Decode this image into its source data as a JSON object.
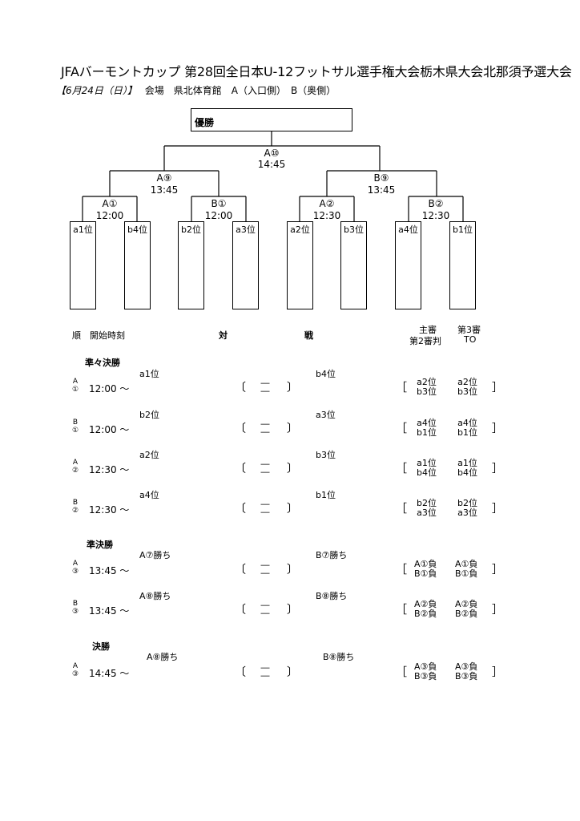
{
  "header": {
    "title": "JFAバーモントカップ 第28回全日本U-12フットサル選手権大会栃木県大会北那須予選大会",
    "date": "【6月24日（日）】",
    "venue": "会場　県北体育館　A（入口側）　B（奥側）"
  },
  "bracket": {
    "champion_label": "優勝",
    "final": {
      "code": "A⑩",
      "time": "14:45"
    },
    "semis": [
      {
        "code": "A⑨",
        "time": "13:45"
      },
      {
        "code": "B⑨",
        "time": "13:45"
      }
    ],
    "quarters": [
      {
        "code": "A①",
        "time": "12:00"
      },
      {
        "code": "B①",
        "time": "12:00"
      },
      {
        "code": "A②",
        "time": "12:30"
      },
      {
        "code": "B②",
        "time": "12:30"
      }
    ],
    "teams": [
      "a1位",
      "b4位",
      "b2位",
      "a3位",
      "a2位",
      "b3位",
      "a4位",
      "b1位"
    ]
  },
  "table_header": {
    "order": "順",
    "start_time": "開始時刻",
    "vs_left": "対",
    "vs_right": "戦",
    "referee_main": "主審",
    "referee_second": "第2審判",
    "referee_third": "第3審",
    "to": "TO"
  },
  "sections": [
    {
      "title": "準々決勝",
      "matches": [
        {
          "court": "A",
          "num": "①",
          "time": "12:00 〜",
          "home": "a1位",
          "away": "b4位",
          "ref1": [
            "a2位",
            "b3位"
          ],
          "ref2": [
            "a2位",
            "b3位"
          ]
        },
        {
          "court": "B",
          "num": "①",
          "time": "12:00 〜",
          "home": "b2位",
          "away": "a3位",
          "ref1": [
            "a4位",
            "b1位"
          ],
          "ref2": [
            "a4位",
            "b1位"
          ]
        },
        {
          "court": "A",
          "num": "②",
          "time": "12:30 〜",
          "home": "a2位",
          "away": "b3位",
          "ref1": [
            "a1位",
            "b4位"
          ],
          "ref2": [
            "a1位",
            "b4位"
          ]
        },
        {
          "court": "B",
          "num": "②",
          "time": "12:30 〜",
          "home": "a4位",
          "away": "b1位",
          "ref1": [
            "b2位",
            "a3位"
          ],
          "ref2": [
            "b2位",
            "a3位"
          ]
        }
      ]
    },
    {
      "title": "準決勝",
      "matches": [
        {
          "court": "A",
          "num": "③",
          "time": "13:45 〜",
          "home": "A⑦勝ち",
          "away": "B⑦勝ち",
          "ref1": [
            "A①負",
            "B①負"
          ],
          "ref2": [
            "A①負",
            "B①負"
          ]
        },
        {
          "court": "B",
          "num": "③",
          "time": "13:45 〜",
          "home": "A⑧勝ち",
          "away": "B⑧勝ち",
          "ref1": [
            "A②負",
            "B②負"
          ],
          "ref2": [
            "A②負",
            "B②負"
          ]
        }
      ]
    },
    {
      "title": "決勝",
      "matches": [
        {
          "court": "A",
          "num": "③",
          "time": "14:45 〜",
          "home": "A⑧勝ち",
          "away": "B⑧勝ち",
          "ref1": [
            "A③負",
            "B③負"
          ],
          "ref2": [
            "A③負",
            "B③負"
          ]
        }
      ]
    }
  ],
  "score_marks": {
    "open": "〔",
    "close": "〕",
    "dash": "―",
    "ref_open": "［",
    "ref_close": "］"
  }
}
